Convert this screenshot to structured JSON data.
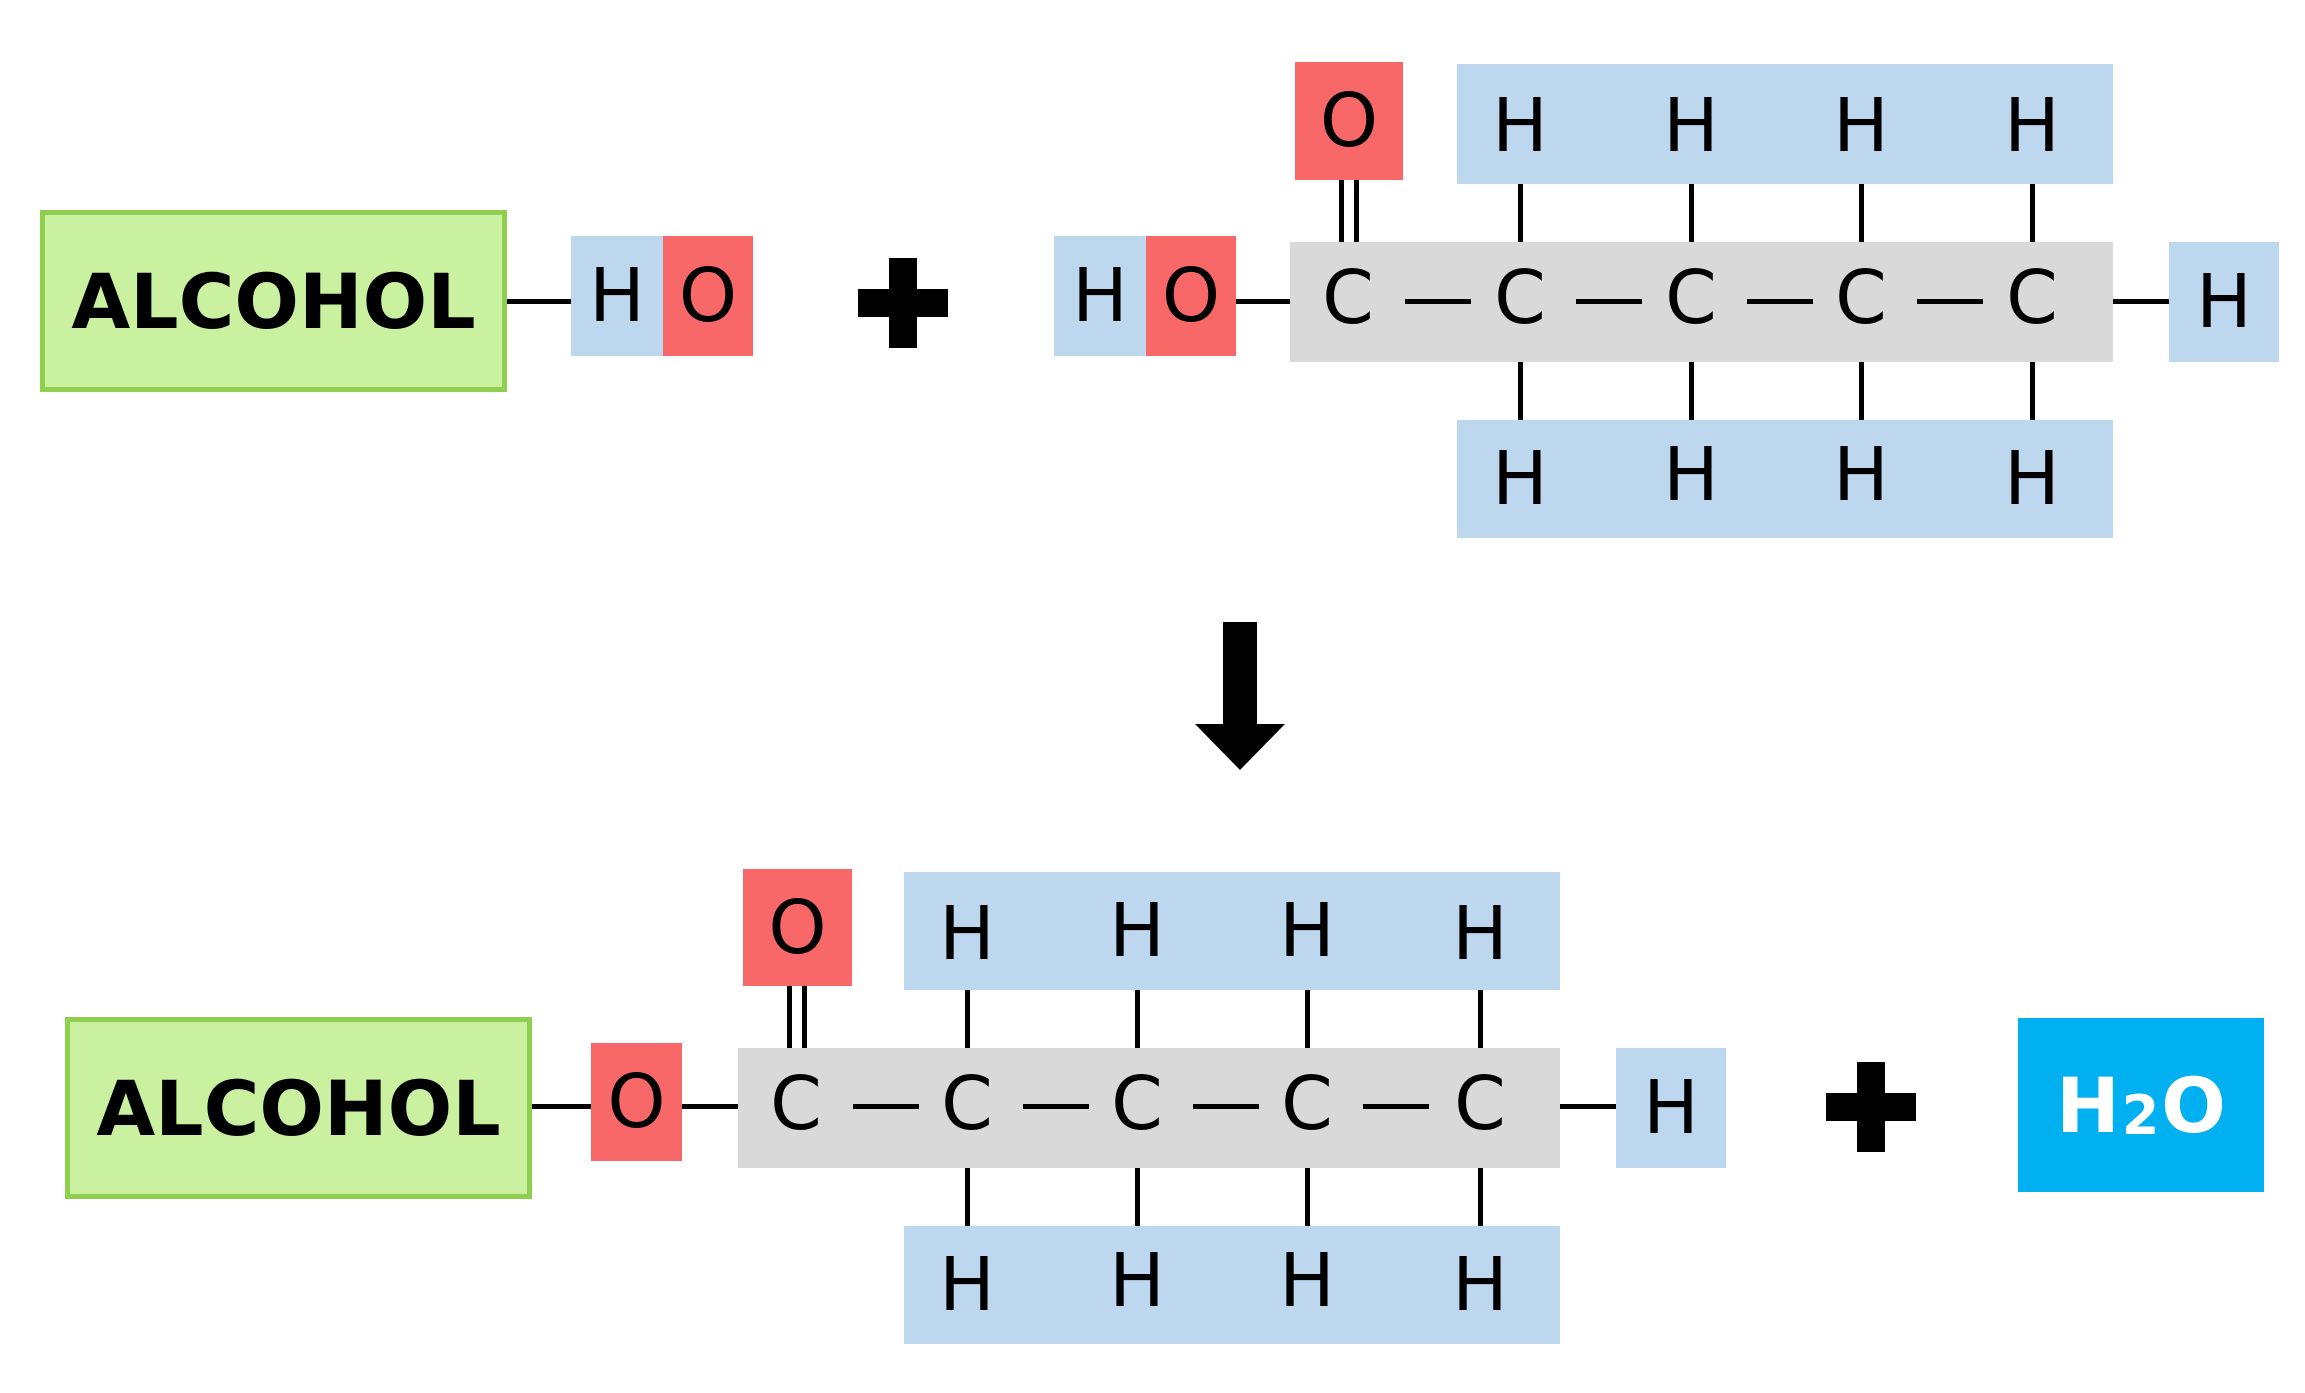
{
  "colors": {
    "alcohol_fill": "#c9f1a0",
    "alcohol_border": "#8ecf50",
    "hydrogen_fill": "#bdd7ee",
    "oxygen_fill": "#f96868",
    "carbon_chain_fill": "#d9d9d9",
    "water_fill": "#00b0f0",
    "bond": "#000000"
  },
  "reactants": {
    "alcohol_label": "ALCOHOL",
    "hydroxyl_h": "H",
    "hydroxyl_o": "O",
    "plus_icon": "plus-icon",
    "acid": {
      "carbonyl_o": "O",
      "hydroxyl_h": "H",
      "hydroxyl_o": "O",
      "carbons": [
        "C",
        "C",
        "C",
        "C",
        "C"
      ],
      "top_h": [
        "H",
        "H",
        "H",
        "H"
      ],
      "bottom_h": [
        "H",
        "H",
        "H",
        "H"
      ],
      "terminal_h": "H"
    }
  },
  "arrow_icon": "arrow-down-icon",
  "products": {
    "alcohol_label": "ALCOHOL",
    "ester": {
      "ester_o": "O",
      "carbonyl_o": "O",
      "carbons": [
        "C",
        "C",
        "C",
        "C",
        "C"
      ],
      "top_h": [
        "H",
        "H",
        "H",
        "H"
      ],
      "bottom_h": [
        "H",
        "H",
        "H",
        "H"
      ],
      "terminal_h": "H"
    },
    "plus_icon": "plus-icon",
    "water": {
      "h": "H",
      "sub": "2",
      "o": "O"
    }
  }
}
